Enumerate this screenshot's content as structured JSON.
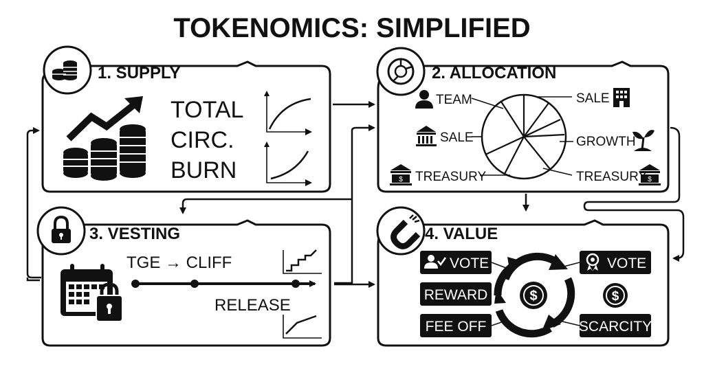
{
  "title": "TOKENOMICS: SIMPLIFIED",
  "supply": {
    "header": "1. SUPPLY",
    "items": [
      "TOTAL",
      "CIRC.",
      "BURN"
    ]
  },
  "allocation": {
    "header": "2. ALLOCATION",
    "labels": {
      "team": "TEAM",
      "sale_left": "SALE",
      "treasury_left": "TREASURY",
      "sale_right": "SALE",
      "growth": "GROWTH",
      "treasury_right": "TREASURY"
    }
  },
  "vesting": {
    "header": "3. VESTING",
    "tge_cliff": "TGE → CLIFF",
    "release": "RELEASE"
  },
  "value": {
    "header": "4. VALUE",
    "pills": {
      "vote_left": "VOTE",
      "reward": "REWARD",
      "fee_off": "FEE OFF",
      "vote_right": "VOTE",
      "scarcity": "SCARCITY"
    }
  },
  "icons": [
    "coin-stack-icon",
    "pie-chart-icon",
    "lock-icon",
    "magnet-icon",
    "growth-chart-icon",
    "calendar-lock-icon",
    "person-icon",
    "building-icon",
    "bank-icon",
    "sprout-icon",
    "dollar-coin-icon",
    "award-icon",
    "cycle-arrows-icon"
  ]
}
